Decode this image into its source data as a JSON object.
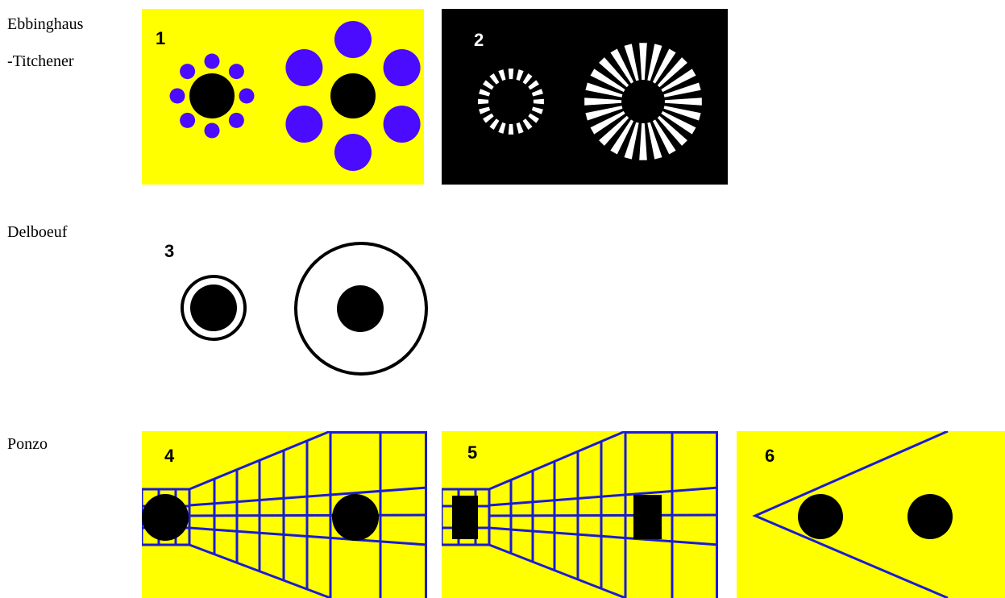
{
  "rows": {
    "ebbinghaus": {
      "label_line1": "Ebbinghaus",
      "label_line2": "-Titchener"
    },
    "delboeuf": {
      "label": "Delboeuf"
    },
    "ponzo": {
      "label": "Ponzo"
    }
  },
  "panels": {
    "p1": {
      "number": "1",
      "background": "#FFFF00",
      "inducer_color": "#4A0BFF",
      "target_color": "#000000"
    },
    "p2": {
      "number": "2",
      "background": "#000000",
      "ray_color": "#FFFFFF"
    },
    "p3": {
      "number": "3",
      "background": "#FFFFFF",
      "target_color": "#000000"
    },
    "p4": {
      "number": "4",
      "background": "#FFFF00",
      "grid_color": "#1A1AD6",
      "target_color": "#000000"
    },
    "p5": {
      "number": "5",
      "background": "#FFFF00",
      "grid_color": "#1A1AD6",
      "target_color": "#000000"
    },
    "p6": {
      "number": "6",
      "background": "#FFFF00",
      "line_color": "#1A1AD6",
      "target_color": "#000000"
    }
  }
}
